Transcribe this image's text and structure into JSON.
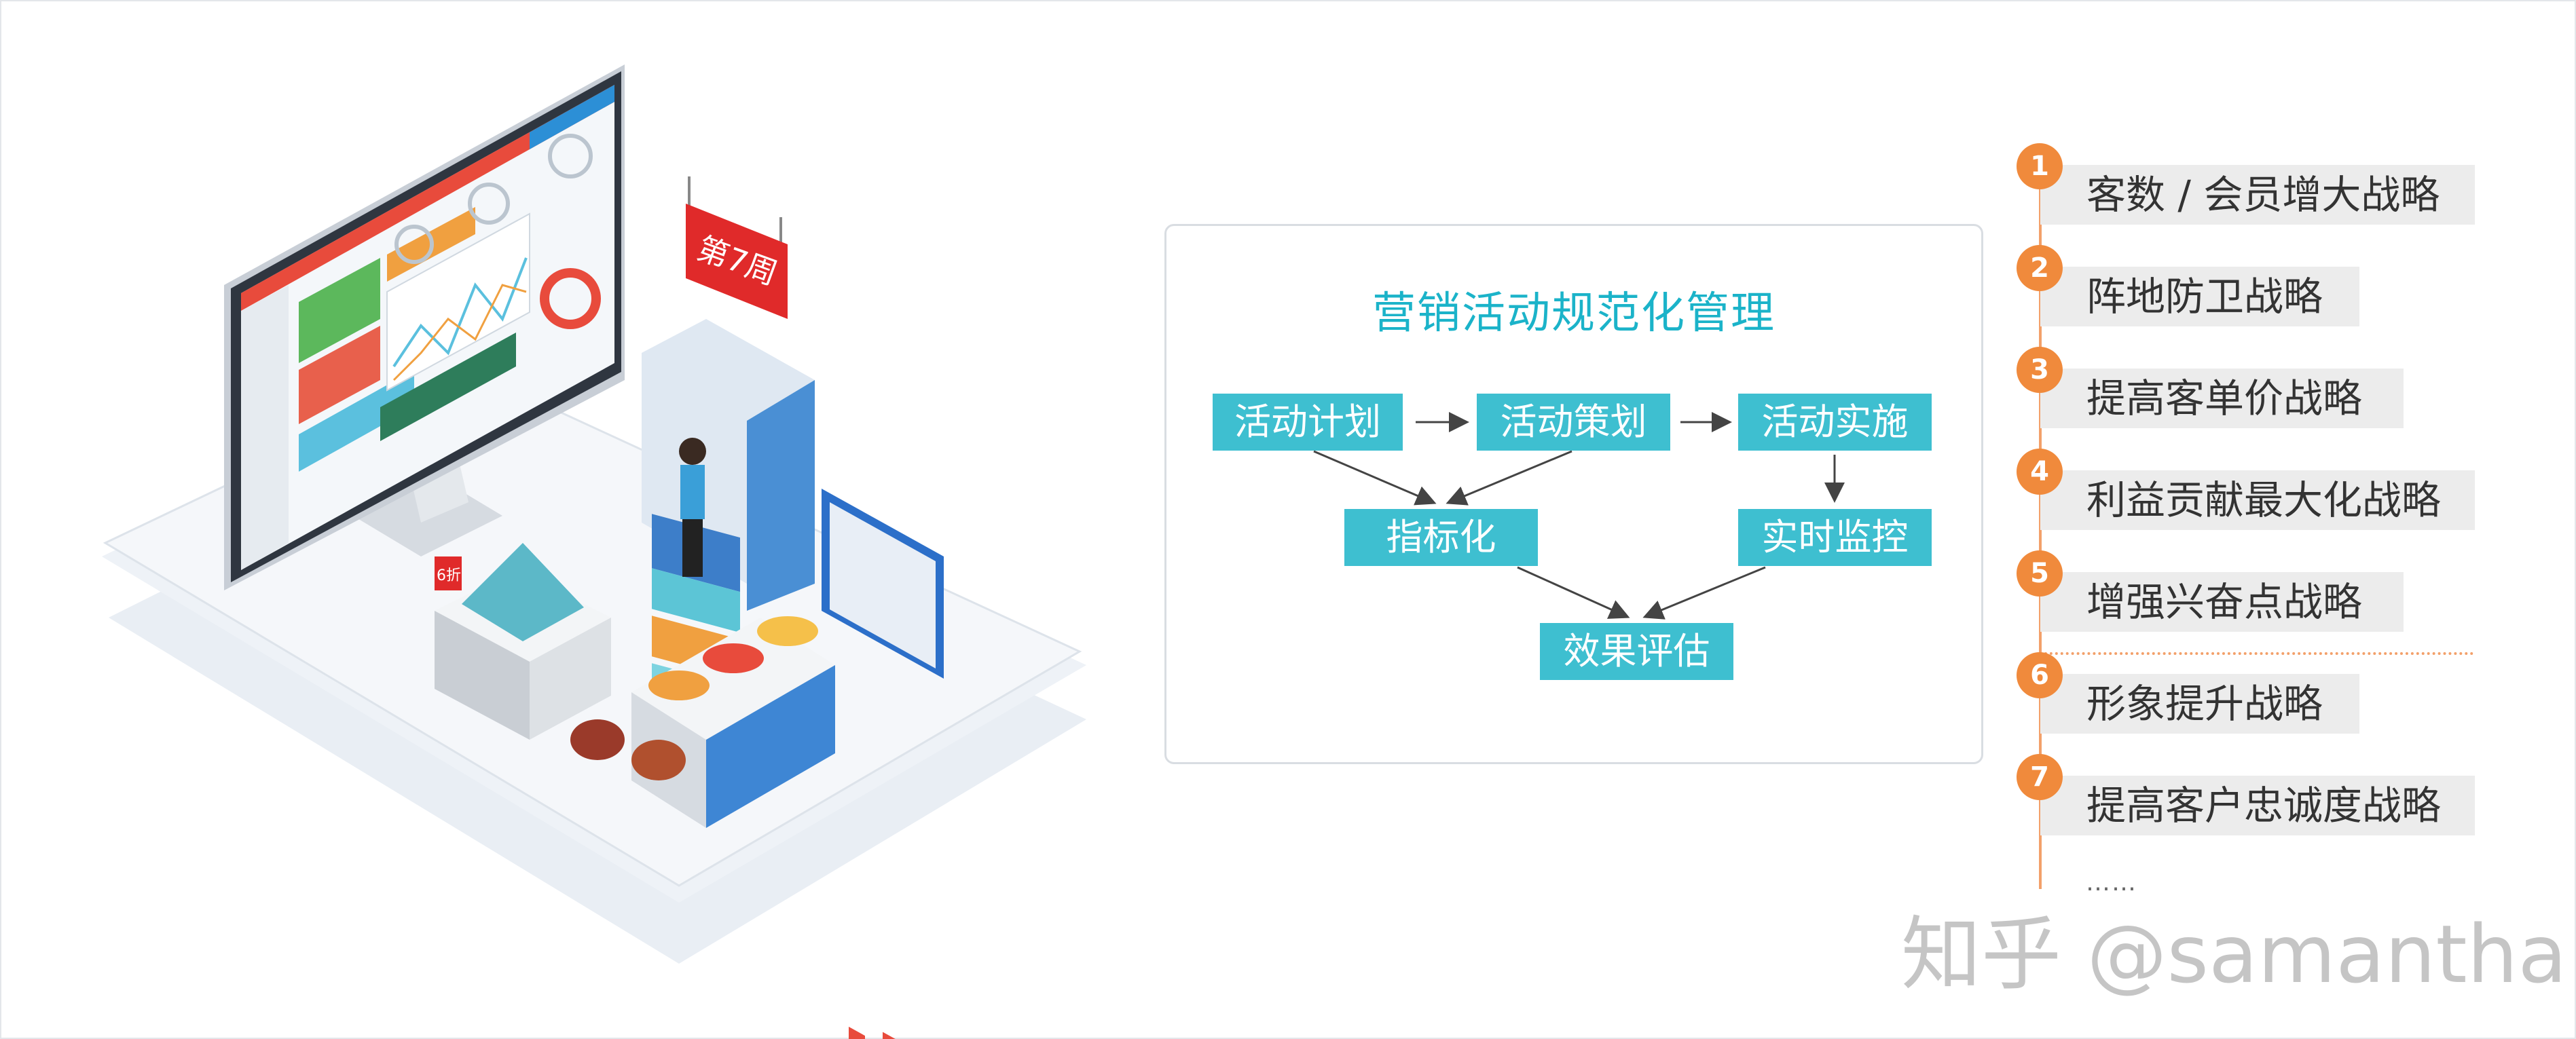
{
  "flow": {
    "title": "营销活动规范化管理",
    "boxes": {
      "plan": "活动计划",
      "design": "活动策划",
      "implement": "活动实施",
      "indicator": "指标化",
      "monitor": "实时监控",
      "evaluate": "效果评估"
    }
  },
  "strategies": [
    {
      "num": "1",
      "label": "客数 / 会员增大战略"
    },
    {
      "num": "2",
      "label": "阵地防卫战略"
    },
    {
      "num": "3",
      "label": "提高客单价战略"
    },
    {
      "num": "4",
      "label": "利益贡献最大化战略"
    },
    {
      "num": "5",
      "label": "增强兴奋点战略"
    },
    {
      "num": "6",
      "label": "形象提升战略"
    },
    {
      "num": "7",
      "label": "提高客户忠诚度战略"
    }
  ],
  "ellipsis": "……",
  "illustration": {
    "sign": "第7周",
    "price_tag": "6折"
  },
  "watermark": "知乎 @samantha",
  "colors": {
    "teal": "#3ebfd0",
    "orange": "#f08a3c",
    "sign_red": "#e02a2a"
  }
}
